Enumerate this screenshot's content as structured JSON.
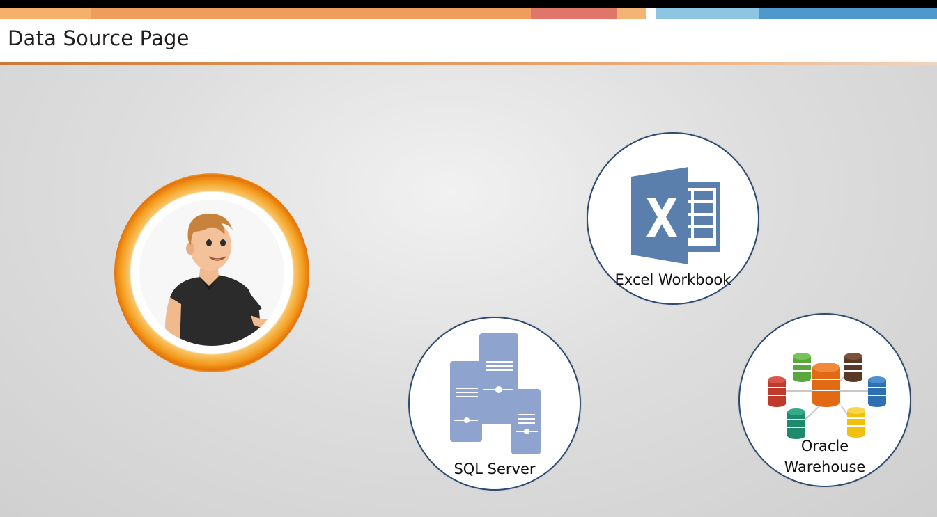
{
  "header": {
    "title": "Data Source Page"
  },
  "colors": {
    "strip": [
      "#f5b06c",
      "#ee9d5b",
      "#e0756a",
      "#f3b575",
      "#ffffff",
      "#8cc6e2",
      "#4e98cc"
    ],
    "ring_orange": "#f39a1a",
    "circle_border": "#2d4b73",
    "excel_blue": "#5b7fad",
    "server_blue": "#8ea4cf"
  },
  "presenter": {
    "icon": "presenter-avatar"
  },
  "sources": [
    {
      "label": "Excel Workbook",
      "icon": "excel-icon"
    },
    {
      "label": "SQL Server",
      "icon": "sql-server-icon"
    },
    {
      "label_line1": "Oracle",
      "label_line2": "Warehouse",
      "icon": "database-cluster-icon"
    }
  ]
}
